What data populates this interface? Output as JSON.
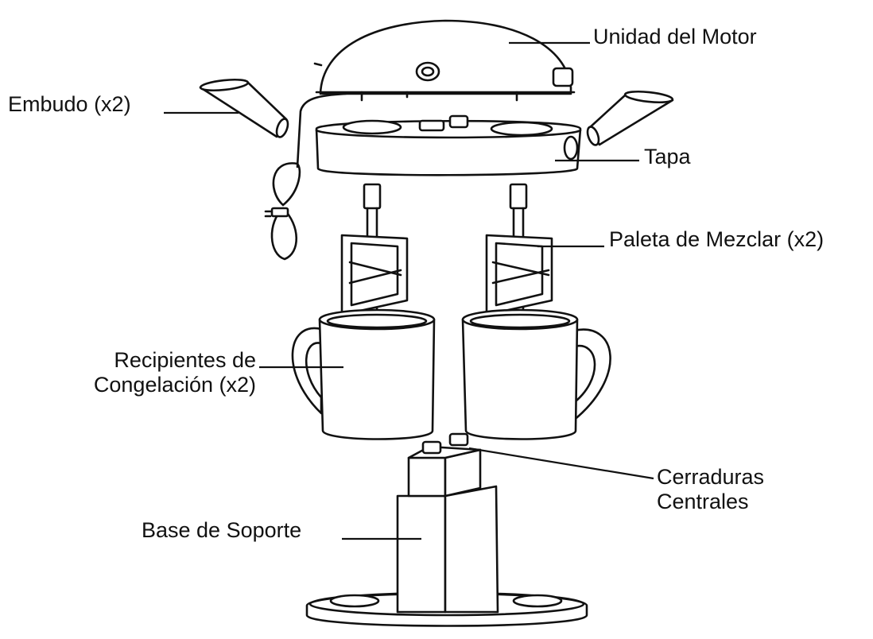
{
  "labels": {
    "motor_unit": "Unidad del Motor",
    "funnel": "Embudo (x2)",
    "lid": "Tapa",
    "paddle": "Paleta de Mezclar (x2)",
    "freezer_bowls_line1": "Recipientes de",
    "freezer_bowls_line2": "Congelación (x2)",
    "central_locks_line1": "Cerraduras",
    "central_locks_line2": "Centrales",
    "stand_base": "Base de Soporte"
  },
  "colors": {
    "line": "#111111",
    "background": "#ffffff"
  }
}
